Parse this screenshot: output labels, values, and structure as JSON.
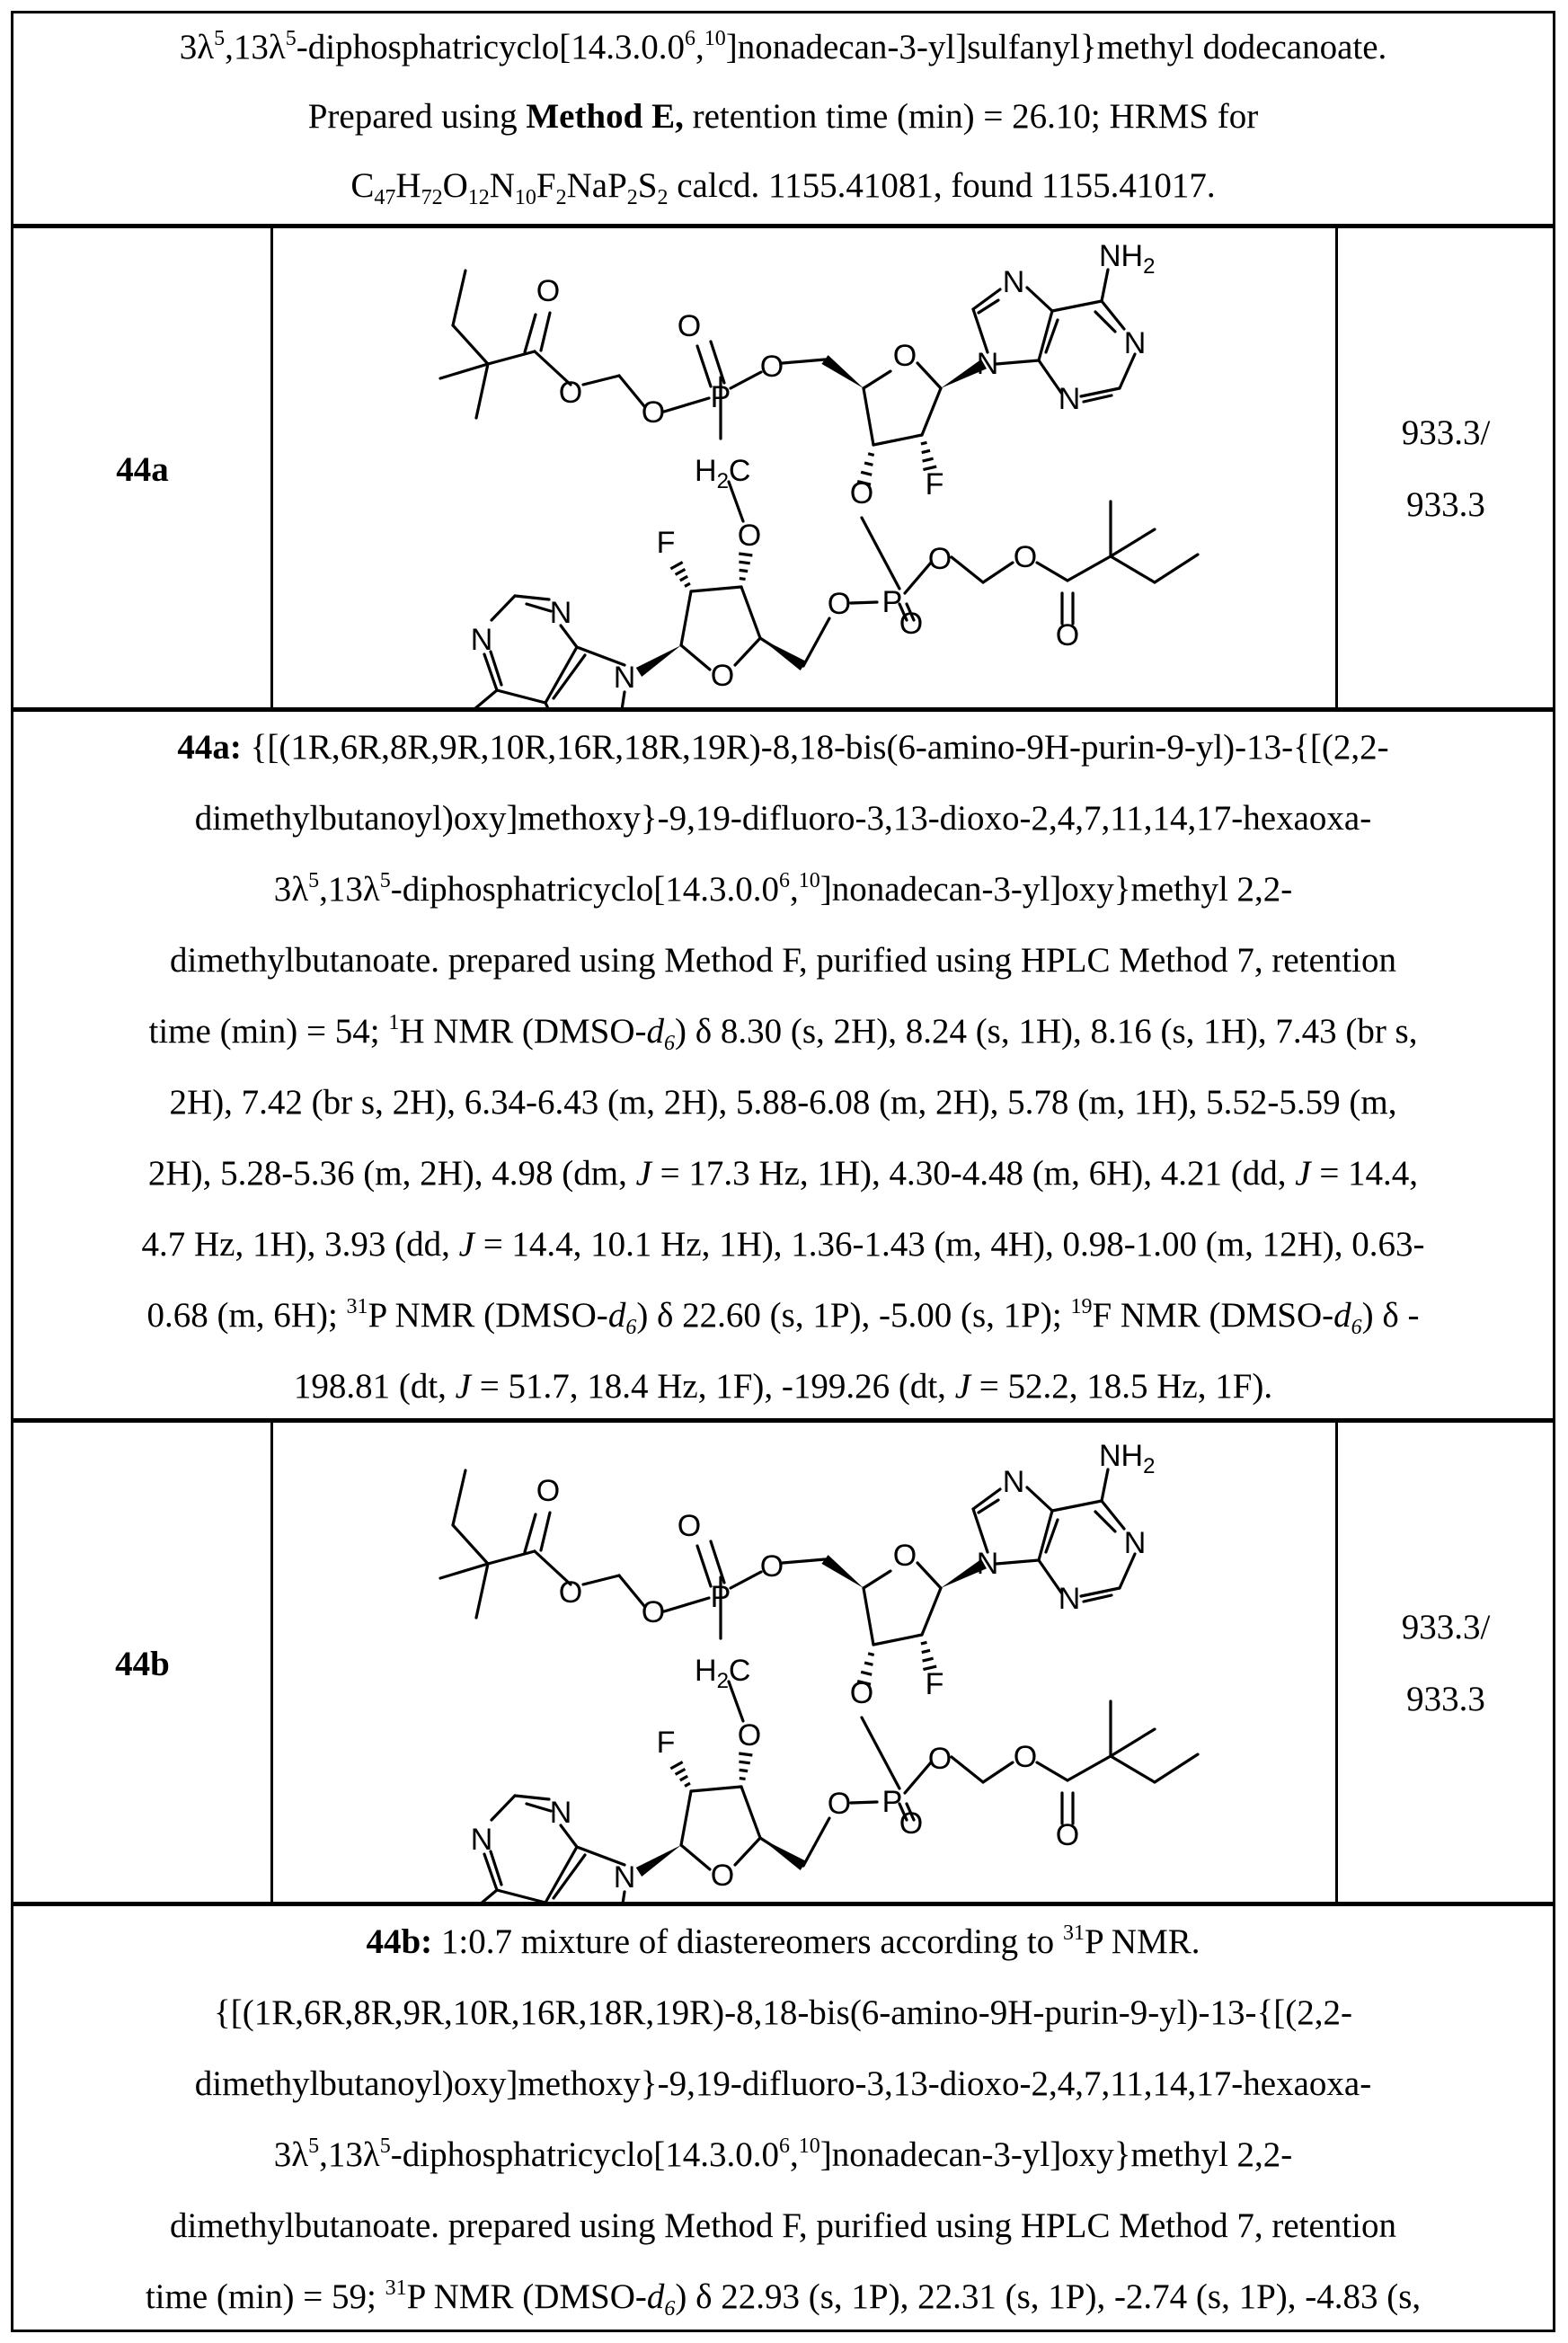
{
  "header": {
    "lines": [
      [
        {
          "t": "3λ"
        },
        {
          "t": "5",
          "s": "sup"
        },
        {
          "t": ",13λ"
        },
        {
          "t": "5",
          "s": "sup"
        },
        {
          "t": "-diphosphatricyclo[14.3.0.0"
        },
        {
          "t": "6",
          "s": "sup"
        },
        {
          "t": ","
        },
        {
          "t": "10",
          "s": "sup"
        },
        {
          "t": "]nonadecan-3-yl]sulfanyl}methyl dodecanoate."
        }
      ],
      [
        {
          "t": "Prepared using "
        },
        {
          "t": "Method E,",
          "s": "b"
        },
        {
          "t": " retention time (min) = 26.10; HRMS for"
        }
      ],
      [
        {
          "t": "C"
        },
        {
          "t": "47",
          "s": "sub"
        },
        {
          "t": "H"
        },
        {
          "t": "72",
          "s": "sub"
        },
        {
          "t": "O"
        },
        {
          "t": "12",
          "s": "sub"
        },
        {
          "t": "N"
        },
        {
          "t": "10",
          "s": "sub"
        },
        {
          "t": "F"
        },
        {
          "t": "2",
          "s": "sub"
        },
        {
          "t": "NaP"
        },
        {
          "t": "2",
          "s": "sub"
        },
        {
          "t": "S"
        },
        {
          "t": "2",
          "s": "sub"
        },
        {
          "t": " calcd. 1155.41081, found 1155.41017."
        }
      ]
    ]
  },
  "compounds": [
    {
      "id": "44a",
      "ms_line1": "933.3/",
      "ms_line2": "933.3",
      "structure_labels": {
        "nh2": "NH",
        "h2n": "H",
        "h2c": "H",
        "n": "N",
        "o": "O",
        "p": "P",
        "f": "F",
        "two": "2",
        "c": "C"
      },
      "description": [
        [
          {
            "t": "44a:",
            "s": "b"
          },
          {
            "t": " {[(1R,6R,8R,9R,10R,16R,18R,19R)-8,18-bis(6-amino-9H-purin-9-yl)-13-{[(2,2-"
          }
        ],
        [
          {
            "t": "dimethylbutanoyl)oxy]methoxy}-9,19-difluoro-3,13-dioxo-2,4,7,11,14,17-hexaoxa-"
          }
        ],
        [
          {
            "t": "3λ"
          },
          {
            "t": "5",
            "s": "sup"
          },
          {
            "t": ",13λ"
          },
          {
            "t": "5",
            "s": "sup"
          },
          {
            "t": "-diphosphatricyclo[14.3.0.0"
          },
          {
            "t": "6",
            "s": "sup"
          },
          {
            "t": ","
          },
          {
            "t": "10",
            "s": "sup"
          },
          {
            "t": "]nonadecan-3-yl]oxy}methyl 2,2-"
          }
        ],
        [
          {
            "t": "dimethylbutanoate. prepared using Method F, purified using HPLC Method 7, retention"
          }
        ],
        [
          {
            "t": "time (min) = 54;  "
          },
          {
            "t": "1",
            "s": "sup"
          },
          {
            "t": "H NMR (DMSO-"
          },
          {
            "t": "d",
            "s": "i"
          },
          {
            "t": "6",
            "s": "isub"
          },
          {
            "t": ") δ 8.30 (s, 2H), 8.24 (s, 1H), 8.16 (s, 1H), 7.43 (br s,"
          }
        ],
        [
          {
            "t": "2H), 7.42 (br s, 2H), 6.34-6.43 (m, 2H), 5.88-6.08 (m, 2H), 5.78 (m, 1H), 5.52-5.59 (m,"
          }
        ],
        [
          {
            "t": "2H), 5.28-5.36 (m, 2H), 4.98 (dm, "
          },
          {
            "t": "J",
            "s": "i"
          },
          {
            "t": " = 17.3 Hz, 1H), 4.30-4.48 (m, 6H), 4.21 (dd, "
          },
          {
            "t": "J",
            "s": "i"
          },
          {
            "t": " = 14.4,"
          }
        ],
        [
          {
            "t": "4.7 Hz, 1H), 3.93 (dd, "
          },
          {
            "t": "J",
            "s": "i"
          },
          {
            "t": " = 14.4, 10.1 Hz, 1H), 1.36-1.43 (m, 4H), 0.98-1.00 (m, 12H), 0.63-"
          }
        ],
        [
          {
            "t": "0.68 (m, 6H); "
          },
          {
            "t": "31",
            "s": "sup"
          },
          {
            "t": "P NMR (DMSO-"
          },
          {
            "t": "d",
            "s": "i"
          },
          {
            "t": "6",
            "s": "isub"
          },
          {
            "t": ") δ 22.60 (s, 1P), -5.00 (s, 1P); "
          },
          {
            "t": "19",
            "s": "sup"
          },
          {
            "t": "F NMR (DMSO-"
          },
          {
            "t": "d",
            "s": "i"
          },
          {
            "t": "6",
            "s": "isub"
          },
          {
            "t": ") δ -"
          }
        ],
        [
          {
            "t": "198.81 (dt, "
          },
          {
            "t": "J",
            "s": "i"
          },
          {
            "t": " = 51.7, 18.4 Hz, 1F), -199.26 (dt, "
          },
          {
            "t": "J",
            "s": "i"
          },
          {
            "t": " = 52.2, 18.5 Hz, 1F)."
          }
        ]
      ]
    },
    {
      "id": "44b",
      "ms_line1": "933.3/",
      "ms_line2": "933.3",
      "description": [
        [
          {
            "t": "44b:",
            "s": "b"
          },
          {
            "t": " 1:0.7 mixture of diastereomers according to "
          },
          {
            "t": "31",
            "s": "sup"
          },
          {
            "t": "P NMR."
          }
        ],
        [
          {
            "t": "{[(1R,6R,8R,9R,10R,16R,18R,19R)-8,18-bis(6-amino-9H-purin-9-yl)-13-{[(2,2-"
          }
        ],
        [
          {
            "t": "dimethylbutanoyl)oxy]methoxy}-9,19-difluoro-3,13-dioxo-2,4,7,11,14,17-hexaoxa-"
          }
        ],
        [
          {
            "t": "3λ"
          },
          {
            "t": "5",
            "s": "sup"
          },
          {
            "t": ",13λ"
          },
          {
            "t": "5",
            "s": "sup"
          },
          {
            "t": "-diphosphatricyclo[14.3.0.0"
          },
          {
            "t": "6",
            "s": "sup"
          },
          {
            "t": ","
          },
          {
            "t": "10",
            "s": "sup"
          },
          {
            "t": "]nonadecan-3-yl]oxy}methyl 2,2-"
          }
        ],
        [
          {
            "t": "dimethylbutanoate. prepared using Method F, purified using HPLC Method 7, retention"
          }
        ],
        [
          {
            "t": "time (min) = 59; "
          },
          {
            "t": "31",
            "s": "sup"
          },
          {
            "t": "P NMR (DMSO-"
          },
          {
            "t": "d",
            "s": "i"
          },
          {
            "t": "6",
            "s": "isub"
          },
          {
            "t": ") δ 22.93 (s, 1P), 22.31 (s, 1P), -2.74 (s, 1P), -4.83 (s,"
          }
        ]
      ]
    }
  ]
}
